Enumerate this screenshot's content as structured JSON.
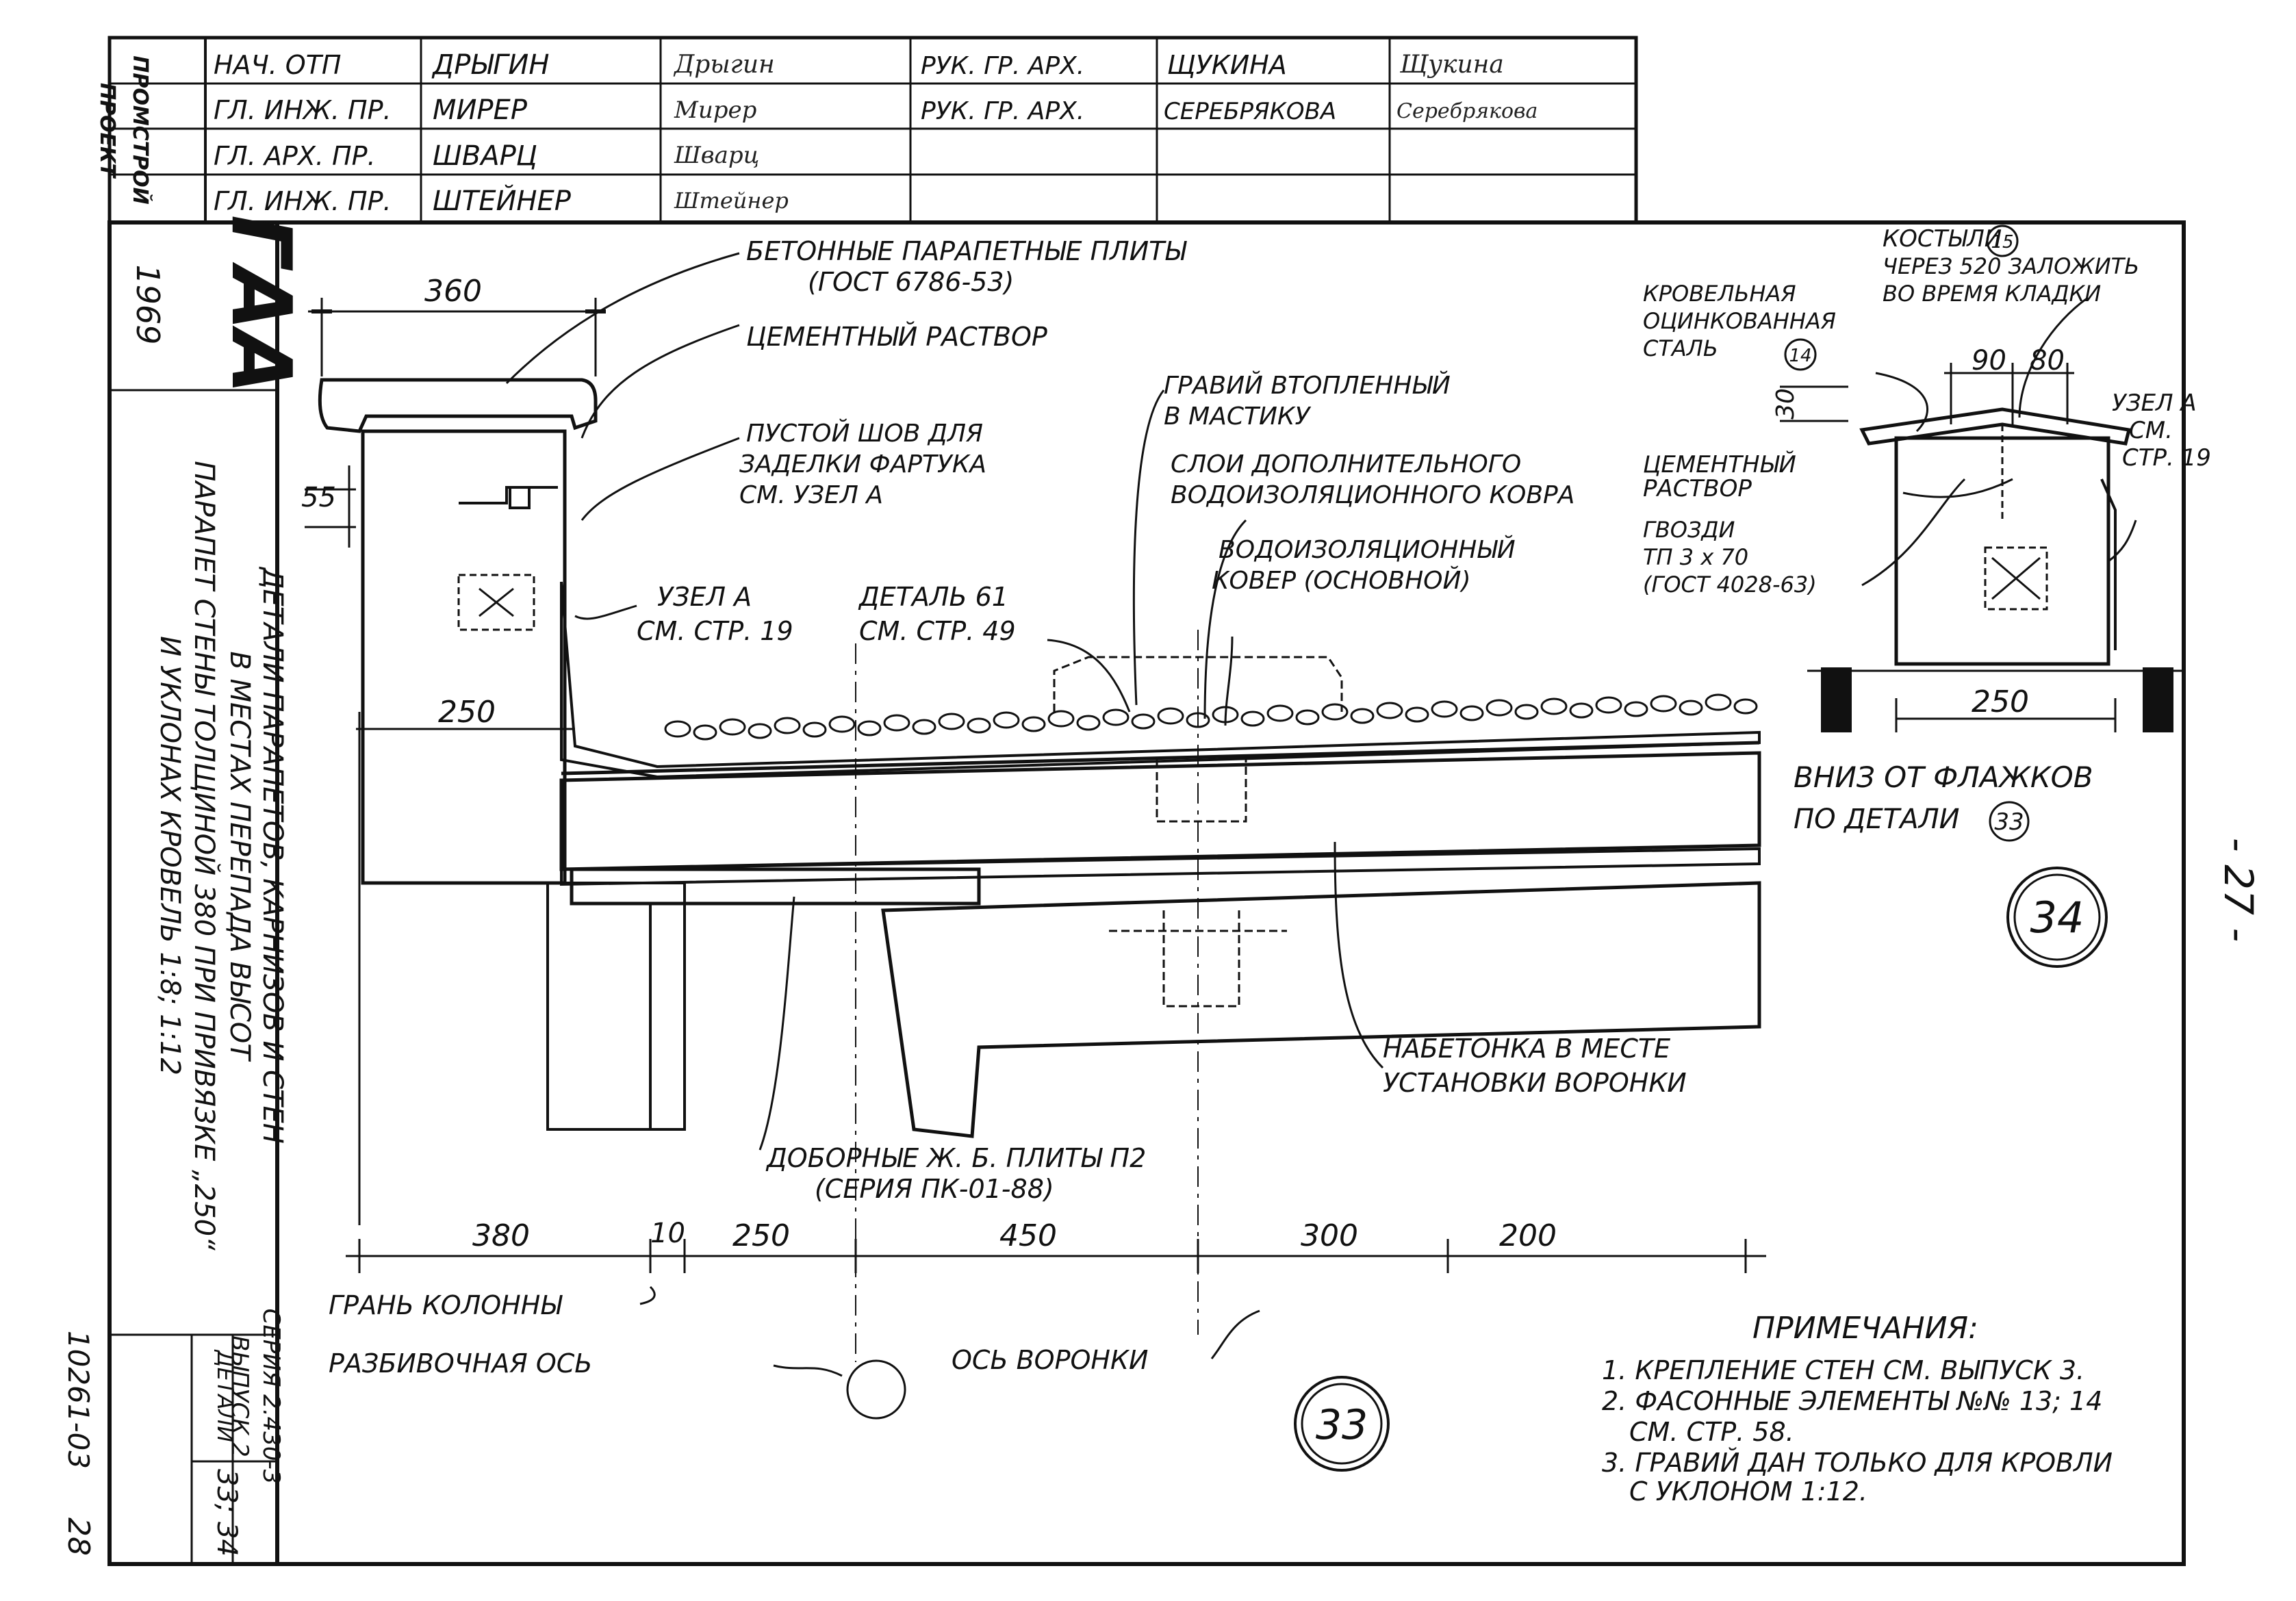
{
  "title_block": {
    "org_lines": [
      "ПРОМСТРОЙ",
      "ПРОЕКТ"
    ],
    "rows": [
      {
        "role": "НАЧ. ОТП",
        "name": "ДРЫГИН",
        "signature": "Дрыгин"
      },
      {
        "role": "ГЛ. ИНЖ. ПР.",
        "name": "МИРЕР",
        "signature": "Мирер"
      },
      {
        "role": "ГЛ. АРХ. ПР.",
        "name": "ШВАРЦ",
        "signature": "Шварц"
      },
      {
        "role": "ГЛ. ИНЖ. ПР.",
        "name": "ШТЕЙНЕР",
        "signature": "Штейнер"
      }
    ],
    "right_rows": [
      {
        "role": "РУК. ГР. АРХ.",
        "name": "ЩУКИНА",
        "signature": "Щукина"
      },
      {
        "role": "РУК. ГР. АРХ.",
        "name": "СЕРЕБРЯКОВА",
        "signature": "Серебрякова"
      }
    ]
  },
  "side_strip": {
    "logo": "ГАА",
    "year": "1969",
    "description_lines": [
      "ДЕТАЛИ ПАРАПЕТОВ, КАРНИЗОВ И СТЕН",
      "В МЕСТАХ ПЕРЕПАДА ВЫСОТ",
      "ПАРАПЕТ СТЕНЫ ТОЛЩИНОЙ 380 ПРИ ПРИВЯЗКЕ „250“",
      "И УКЛОНАХ КРОВЕЛЬ 1:8; 1:12"
    ],
    "series_lines": [
      "СЕРИЯ 2.430-3",
      "ВЫПУСК 2"
    ],
    "details_label": "ДЕТАЛИ",
    "details_value": "33; 34",
    "doc_number": "10261-03",
    "page_number": "28"
  },
  "page_side_number": "- 27 -",
  "detail_33": {
    "labels": {
      "parapet_slabs_1": "БЕТОННЫЕ ПАРАПЕТНЫЕ ПЛИТЫ",
      "parapet_slabs_2": "(ГОСТ 6786-53)",
      "cement_mortar": "ЦЕМЕНТНЫЙ РАСТВОР",
      "empty_joint_1": "ПУСТОЙ ШОВ ДЛЯ",
      "empty_joint_2": "ЗАДЕЛКИ ФАРТУКА",
      "empty_joint_3": "СМ. УЗЕЛ А",
      "gravel_1": "ГРАВИЙ ВТОПЛЕННЫЙ",
      "gravel_2": "В МАСТИКУ",
      "extra_layer_1": "СЛОИ ДОПОЛНИТЕЛЬНОГО",
      "extra_layer_2": "ВОДОИЗОЛЯЦИОННОГО КОВРА",
      "main_carpet_1": "ВОДОИЗОЛЯЦИОННЫЙ",
      "main_carpet_2": "КОВЕР (ОСНОВНОЙ)",
      "node_a_1": "УЗЕЛ А",
      "node_a_2": "СМ. СТР. 19",
      "detail61_1": "ДЕТАЛЬ 61",
      "detail61_2": "СМ. СТР. 49",
      "concrete_1": "НАБЕТОНКА В МЕСТЕ",
      "concrete_2": "УСТАНОВКИ ВОРОНКИ",
      "extra_slabs_1": "ДОБОРНЫЕ Ж. Б. ПЛИТЫ П2",
      "extra_slabs_2": "(СЕРИЯ ПК-01-88)",
      "column_face": "ГРАНЬ КОЛОННЫ",
      "axis": "РАЗБИВОЧНАЯ ОСЬ",
      "funnel_axis": "ОСЬ ВОРОНКИ"
    },
    "dims": {
      "top": "360",
      "left_55": "55",
      "mid_250": "250",
      "bottom": [
        "380",
        "10",
        "250",
        "450",
        "300",
        "200"
      ]
    },
    "number": "33"
  },
  "detail_34": {
    "labels": {
      "crutches_1": "КОСТЫЛИ",
      "crutches_mark": "15",
      "crutches_2": "ЧЕРЕЗ 520 ЗАЛОЖИТЬ",
      "crutches_3": "ВО ВРЕМЯ КЛАДКИ",
      "steel_1": "КРОВЕЛЬНАЯ",
      "steel_2": "ОЦИНКОВАННАЯ",
      "steel_3": "СТАЛЬ",
      "steel_mark": "14",
      "mortar_1": "ЦЕМЕНТНЫЙ",
      "mortar_2": "РАСТВОР",
      "nails_1": "ГВОЗДИ",
      "nails_2": "ТП 3 х 70",
      "nails_3": "(ГОСТ 4028-63)",
      "node_a_1": "УЗЕЛ А",
      "node_a_2": "СМ.",
      "node_a_3": "СТР. 19",
      "below_1": "ВНИЗ ОТ ФЛАЖКОВ",
      "below_2": "ПО ДЕТАЛИ",
      "below_mark": "33"
    },
    "dims": {
      "d90": "90",
      "d80": "80",
      "d30": "30",
      "d250": "250"
    },
    "number": "34"
  },
  "notes": {
    "title": "ПРИМЕЧАНИЯ:",
    "items": [
      "1. КРЕПЛЕНИЕ СТЕН СМ. ВЫПУСК 3.",
      "2. ФАСОННЫЕ ЭЛЕМЕНТЫ №№ 13; 14",
      "СМ. СТР. 58.",
      "3. ГРАВИЙ ДАН ТОЛЬКО ДЛЯ КРОВЛИ",
      "С УКЛОНОМ 1:12."
    ]
  }
}
